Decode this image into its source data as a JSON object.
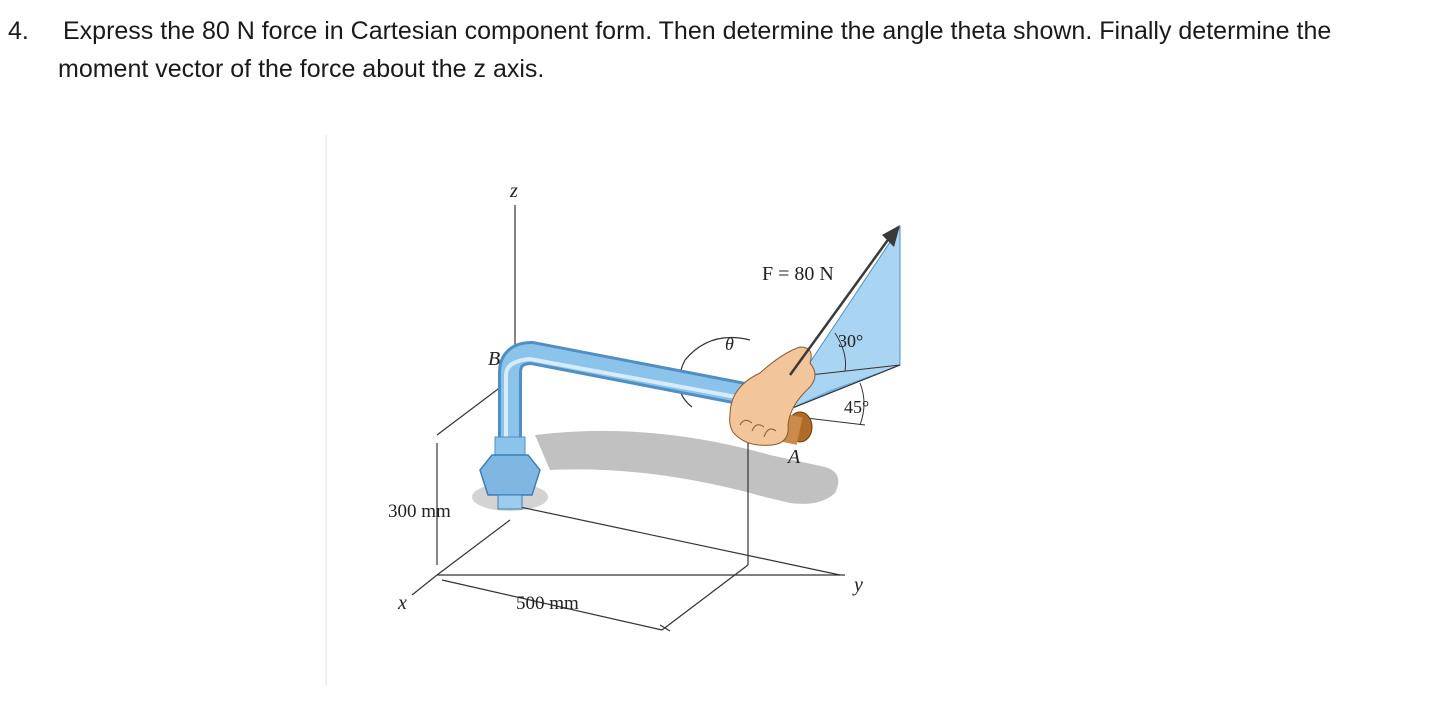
{
  "question": {
    "number": "4.",
    "text": "Express the 80 N force in Cartesian component form. Then determine the angle theta shown. Finally determine the moment vector of the force about the z axis."
  },
  "figure": {
    "labels": {
      "z_axis": "z",
      "x_axis": "x",
      "y_axis": "y",
      "point_b": "B",
      "point_a": "A",
      "force": "F = 80 N",
      "theta": "θ",
      "angle_30": "30°",
      "angle_45": "45°",
      "height_dim": "300 mm",
      "length_dim": "500 mm"
    },
    "colors": {
      "pipe": "#8cc3ea",
      "pipe_dark": "#4f8fc4",
      "plane": "#a9d4f2",
      "plane_dark": "#6fb2e4",
      "hand": "#f2c59a",
      "shadow": "#a7a7a7",
      "force_arrow": "#3a3a3a"
    }
  }
}
